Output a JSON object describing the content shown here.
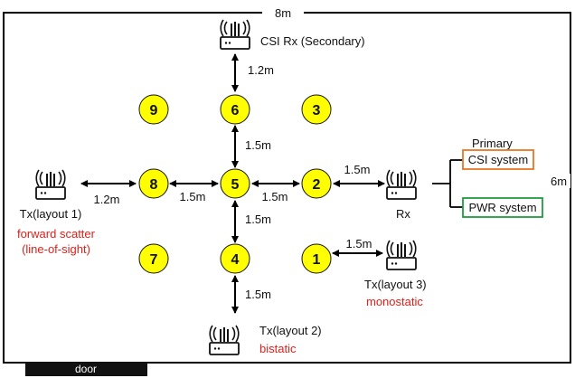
{
  "room": {
    "width_label": "8m",
    "height_label": "6m",
    "door_label": "door"
  },
  "zones": [
    {
      "id": "1",
      "label": "1"
    },
    {
      "id": "2",
      "label": "2"
    },
    {
      "id": "3",
      "label": "3"
    },
    {
      "id": "4",
      "label": "4"
    },
    {
      "id": "5",
      "label": "5"
    },
    {
      "id": "6",
      "label": "6"
    },
    {
      "id": "7",
      "label": "7"
    },
    {
      "id": "8",
      "label": "8"
    },
    {
      "id": "9",
      "label": "9"
    }
  ],
  "devices": {
    "secondary_rx": {
      "label": "CSI Rx (Secondary)"
    },
    "rx": {
      "label": "Rx"
    },
    "tx1": {
      "label": "Tx(layout 1)",
      "mode_line1": "forward scatter",
      "mode_line2": "(line-of-sight)"
    },
    "tx2": {
      "label": "Tx(layout 2)",
      "mode": "bistatic"
    },
    "tx3": {
      "label": "Tx(layout 3)",
      "mode": "monostatic"
    }
  },
  "distances": {
    "rxsec_to_6": "1.2m",
    "six_to_5": "1.5m",
    "five_to_4": "1.5m",
    "four_to_tx2": "1.5m",
    "tx1_to_8": "1.2m",
    "eight_to_5": "1.5m",
    "five_to_2": "1.5m",
    "two_to_rx": "1.5m",
    "tx3_to_1": "1.5m"
  },
  "systems": {
    "primary_label": "Primary",
    "csi": {
      "label": "CSI system",
      "color": "#e87722"
    },
    "pwr": {
      "label": "PWR system",
      "color": "#1e9e3e"
    }
  },
  "colors": {
    "zone_fill": "#ffff00",
    "mode_text": "#e0201a",
    "door": "#111111"
  }
}
